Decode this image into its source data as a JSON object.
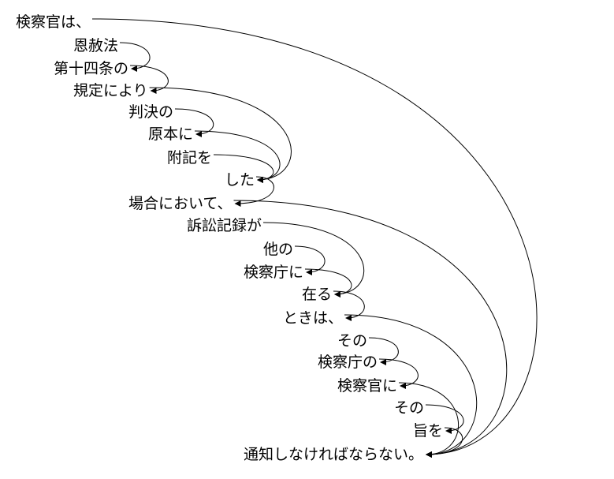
{
  "colors": {
    "text": "#000000",
    "arc": "#000000",
    "background": "#ffffff"
  },
  "chunks": [
    {
      "id": 0,
      "text": "検察官は、",
      "head": 22
    },
    {
      "id": 1,
      "text": "恩赦法",
      "head": 2
    },
    {
      "id": 2,
      "text": "第十四条の",
      "head": 3
    },
    {
      "id": 3,
      "text": "規定により",
      "head": 7
    },
    {
      "id": 4,
      "text": "判決の",
      "head": 5
    },
    {
      "id": 5,
      "text": "原本に",
      "head": 7
    },
    {
      "id": 6,
      "text": "附記を",
      "head": 7
    },
    {
      "id": 7,
      "text": "した",
      "head": 8
    },
    {
      "id": 8,
      "text": "場合において、",
      "head": 22
    },
    {
      "id": 9,
      "text": "訴訟記録が",
      "head": 12
    },
    {
      "id": 10,
      "text": "他の",
      "head": 11
    },
    {
      "id": 11,
      "text": "検察庁に",
      "head": 12
    },
    {
      "id": 12,
      "text": "在る",
      "head": 13
    },
    {
      "id": 13,
      "text": "ときは、",
      "head": 22
    },
    {
      "id": 14,
      "text": "その",
      "head": 15
    },
    {
      "id": 15,
      "text": "検察庁の",
      "head": 16
    },
    {
      "id": 16,
      "text": "検察官に",
      "head": 22
    },
    {
      "id": 17,
      "text": "その",
      "head": 18
    },
    {
      "id": 18,
      "text": "旨を",
      "head": 22
    },
    {
      "id": 19,
      "text": "通知しなければならない。",
      "head": null
    }
  ]
}
